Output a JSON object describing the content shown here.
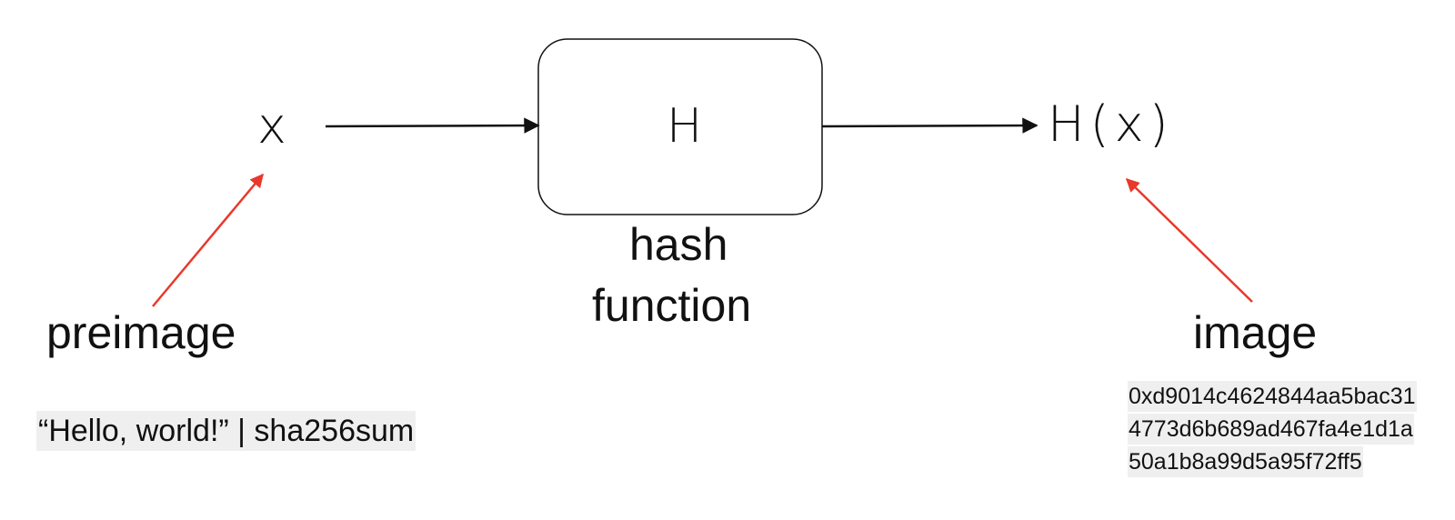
{
  "diagram": {
    "input_symbol": "x",
    "function_symbol": "H",
    "output_symbol": "H(x)",
    "function_caption_line1": "hash",
    "function_caption_line2": "function",
    "preimage_label": "preimage",
    "image_label": "image",
    "preimage_example": "“Hello, world!” | sha256sum",
    "image_hash_lines": [
      "0xd9014c4624844aa5bac31",
      "4773d6b689ad467fa4e1d1a",
      "50a1b8a99d5a95f72ff5"
    ]
  },
  "colors": {
    "stroke": "#111111",
    "pointer_arrow": "#e8392b",
    "code_background": "#efefef",
    "background": "#ffffff"
  }
}
